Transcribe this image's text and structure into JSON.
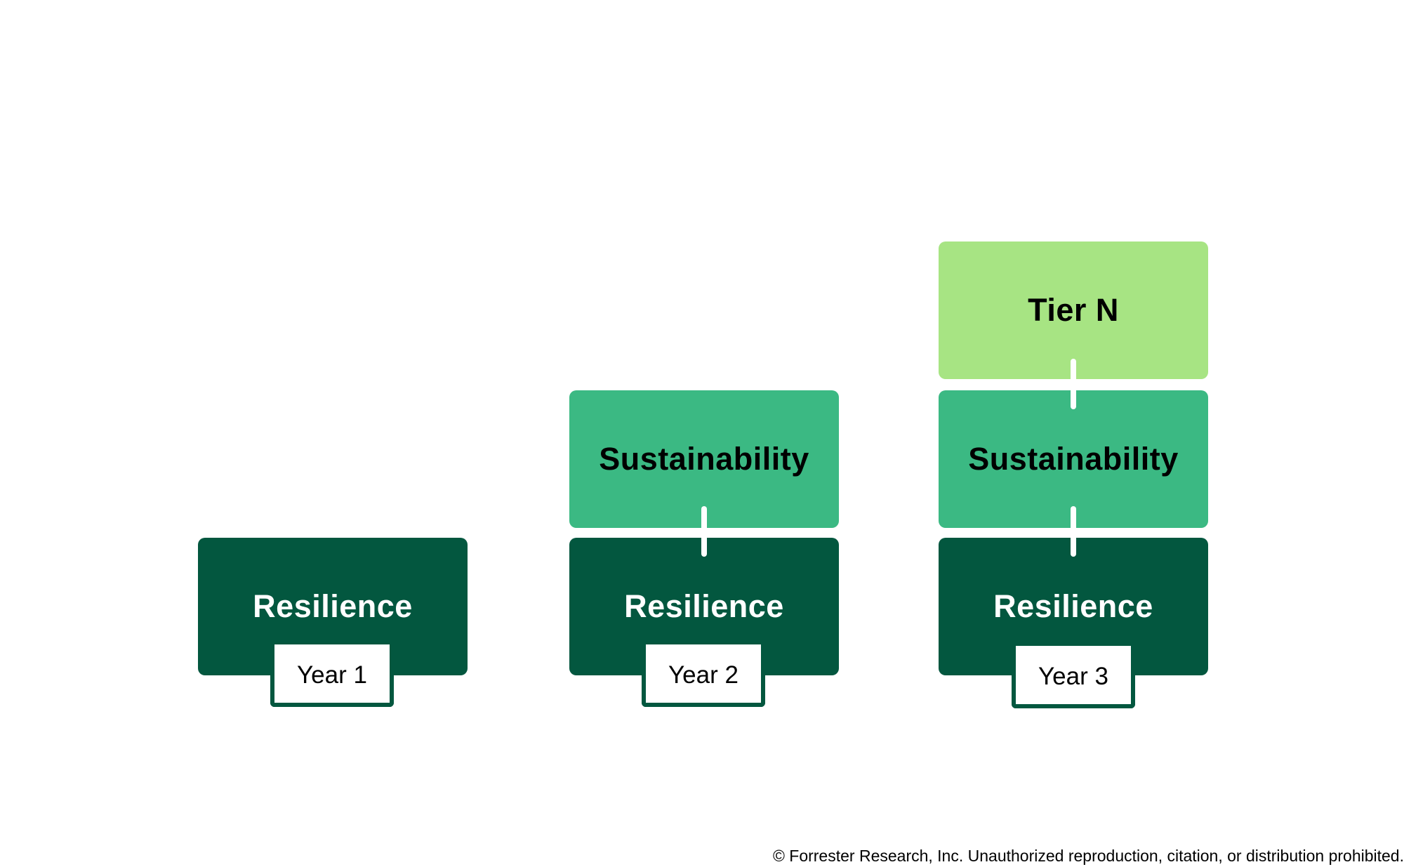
{
  "columns": [
    {
      "year_label": "Year 1",
      "blocks": {
        "resilience": "Resilience"
      }
    },
    {
      "year_label": "Year 2",
      "blocks": {
        "resilience": "Resilience",
        "sustainability": "Sustainability"
      }
    },
    {
      "year_label": "Year 3",
      "blocks": {
        "resilience": "Resilience",
        "sustainability": "Sustainability",
        "tier_n": "Tier N"
      }
    }
  ],
  "colors": {
    "resilience": "#03573f",
    "sustainability": "#3bb983",
    "tier_n": "#a7e483"
  },
  "footer": {
    "copyright": "© Forrester Research, Inc. Unauthorized reproduction, citation, or distribution prohibited."
  }
}
